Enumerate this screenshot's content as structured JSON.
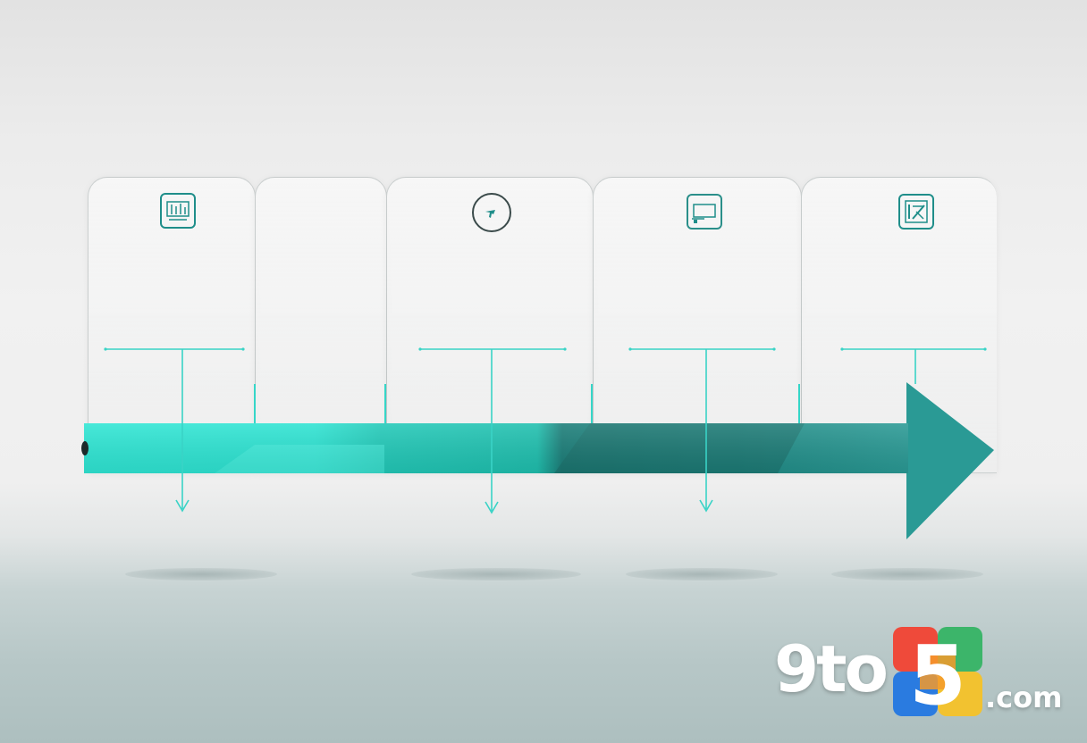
{
  "diagram": {
    "type": "timeline-infographic",
    "stage_count": 5,
    "stages": [
      {
        "icon": "chart-icon",
        "title": "",
        "lines": [
          "",
          "",
          ""
        ]
      },
      {
        "icon": "",
        "title": "",
        "lines": []
      },
      {
        "icon": "compass-icon",
        "title": "",
        "lines": [
          "",
          "",
          ""
        ]
      },
      {
        "icon": "monitor-icon",
        "title": "",
        "lines": [
          "",
          "",
          ""
        ]
      },
      {
        "icon": "tools-icon",
        "title": "",
        "lines": [
          "",
          "",
          ""
        ]
      }
    ],
    "colors": {
      "arrow_light": "#2fe6d4",
      "arrow_mid": "#1fbfae",
      "arrow_dark": "#1b7d78",
      "arrow_head": "#2a9a95",
      "connector": "#39d3c6",
      "icon_stroke": "#1f8e8a"
    }
  },
  "watermark": {
    "brand": "9to",
    "digit": "5",
    "suffix": ".com",
    "colors": {
      "red": "#ef4a3a",
      "orange": "#f59a2a",
      "green": "#3cb56a",
      "blue": "#2a7be0",
      "yellow": "#f2c230"
    }
  }
}
